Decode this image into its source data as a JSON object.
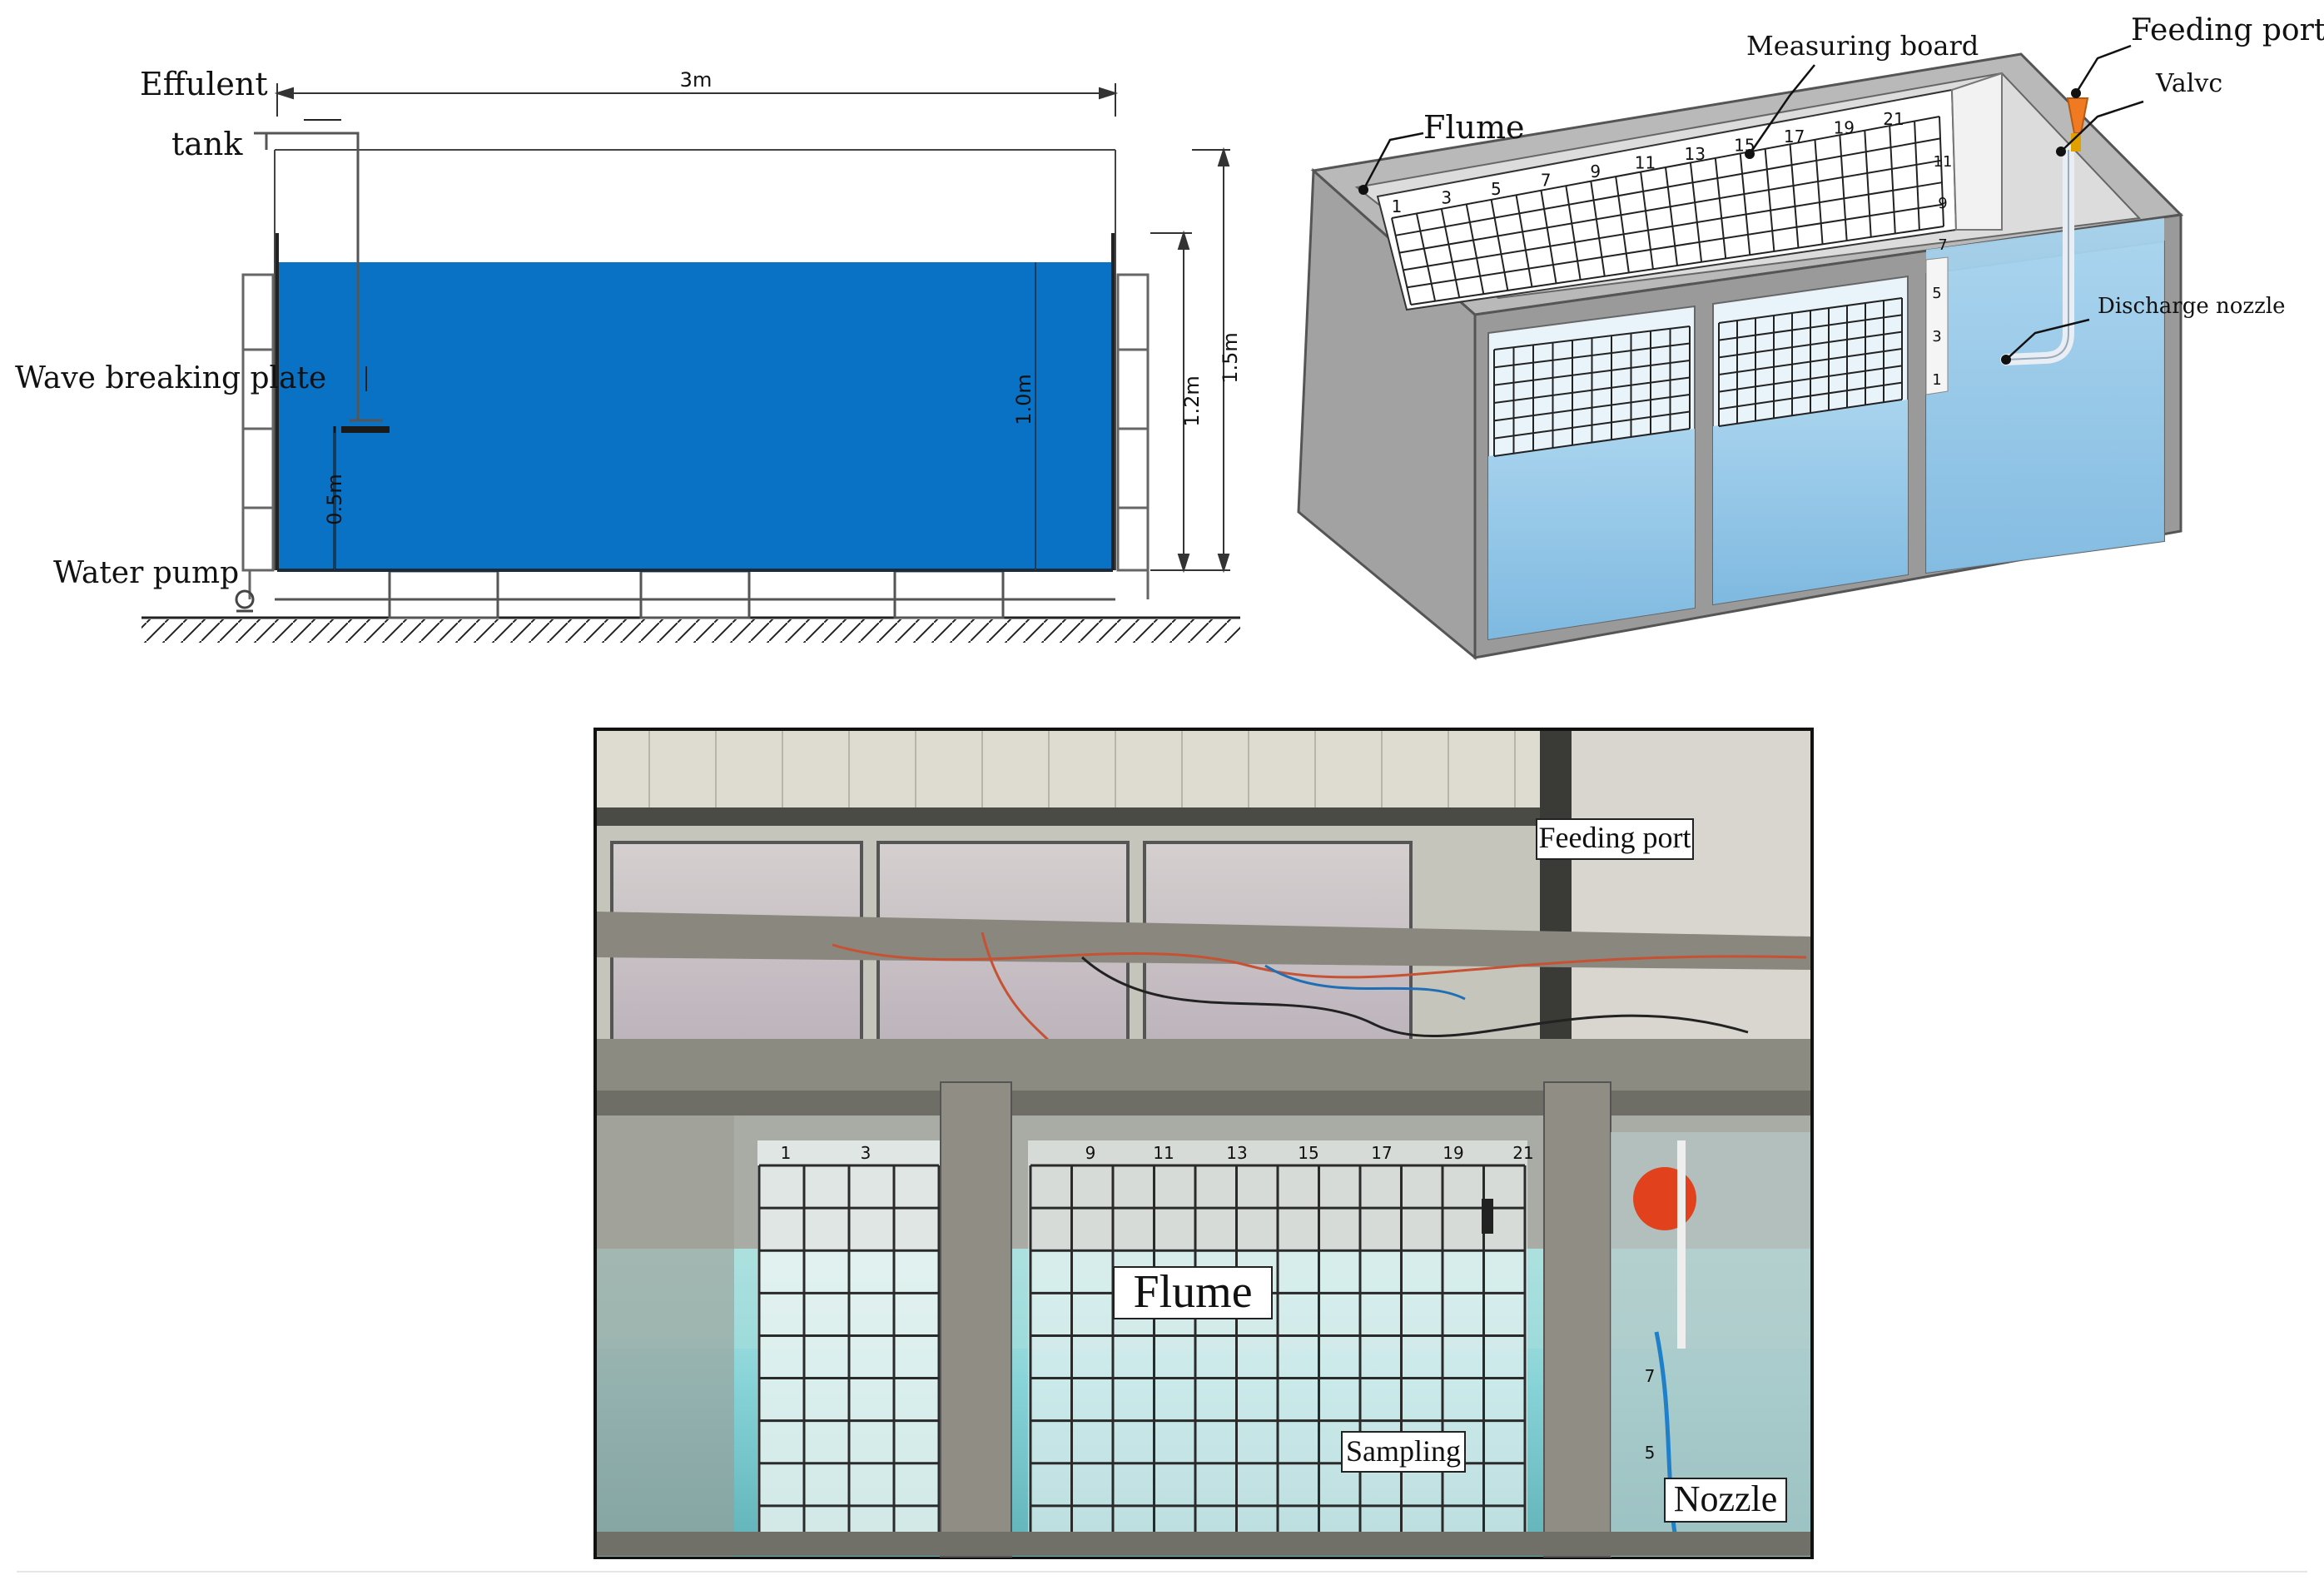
{
  "colors": {
    "water_section": "#0a72c4",
    "water_3d": "#8cc3e6",
    "flume_gray": "#a7a7a7",
    "flume_dark": "#8e8e8e",
    "feed_port": "#f07a22",
    "photo_water": "#8fd6d8",
    "photo_wall": "#b9bbb4"
  },
  "section_view": {
    "effluent_tank": [
      "Effulent",
      "tank"
    ],
    "wave_breaking_plate": "Wave breaking plate",
    "water_pump": "Water pump",
    "dims": {
      "length": "3m",
      "height_total": "1.5m",
      "height_tank": "1.2m",
      "height_water": "1.0m",
      "plate_height": "0.5m"
    }
  },
  "isometric_view": {
    "flume": "Flume",
    "measuring_board": "Measuring board",
    "feeding_port": "Feeding port",
    "valve": "Valvc",
    "discharge_nozzle": "Discharge nozzle",
    "board_top_numbers": [
      "1",
      "3",
      "5",
      "7",
      "9",
      "11",
      "13",
      "15",
      "17",
      "19",
      "21"
    ],
    "board_side_numbers": [
      "11",
      "9",
      "7",
      "5",
      "3",
      "1"
    ]
  },
  "photo_view": {
    "feeding_port": "Feeding port",
    "flume": "Flume",
    "sampling": "Sampling",
    "nozzle": "Nozzle",
    "board_numbers": [
      "1",
      "3",
      "9",
      "11",
      "13",
      "15",
      "17",
      "19",
      "21"
    ],
    "side_numbers": [
      "7",
      "5"
    ]
  }
}
